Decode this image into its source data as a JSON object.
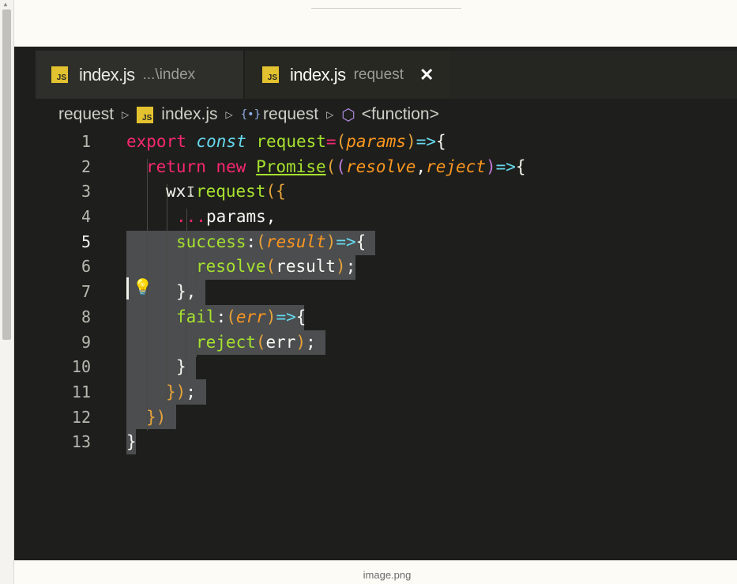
{
  "tabs": [
    {
      "name": "index.js",
      "path": "...\\index"
    },
    {
      "name": "index.js",
      "path": "request",
      "close": "✕"
    }
  ],
  "js_badge": "JS",
  "breadcrumb": {
    "folder": "request",
    "file": "index.js",
    "symbol_icon": "{•}",
    "symbol": "request",
    "function": "<function>"
  },
  "line_numbers": [
    "1",
    "2",
    "3",
    "4",
    "5",
    "6",
    "7",
    "8",
    "9",
    "10",
    "11",
    "12",
    "13"
  ],
  "code": {
    "l1": {
      "export": "export",
      "const": "const",
      "name": "request",
      "eq": "=",
      "open": "(",
      "param": "params",
      "close": ")",
      "arrow": "=>",
      "brace": "{"
    },
    "l2": {
      "return": "return",
      "new": "new",
      "promise": "Promise",
      "open1": "(",
      "open2": "(",
      "resolve": "resolve",
      "comma": ",",
      "reject": "reject",
      "close": ")",
      "arrow": "=>",
      "brace": "{"
    },
    "l3": {
      "wx": "wx",
      "dot": ".",
      "request": "request",
      "paren": "(",
      "brace": "{"
    },
    "l4": {
      "spread": "...",
      "params": "params",
      "comma": ","
    },
    "l5": {
      "success": "success",
      "colon": ":",
      "open": "(",
      "result": "result",
      "close": ")",
      "arrow": "=>",
      "brace": "{"
    },
    "l6": {
      "resolve": "resolve",
      "open": "(",
      "arg": "result",
      "close": ")",
      "semi": ";"
    },
    "l7": {
      "text": "},"
    },
    "l8": {
      "fail": "fail",
      "colon": ":",
      "open": "(",
      "err": "err",
      "close": ")",
      "arrow": "=>",
      "brace": "{"
    },
    "l9": {
      "reject": "reject",
      "open": "(",
      "arg": "err",
      "close": ")",
      "semi": ";"
    },
    "l10": {
      "text": "}"
    },
    "l11": {
      "brace": "}",
      "paren": ")",
      "semi": ";"
    },
    "l12": {
      "text": "})"
    },
    "l13": {
      "text": "}"
    }
  },
  "caption": "image.png",
  "colors": {
    "keyword": "#f92672",
    "storage": "#66d9ef",
    "function": "#a6e22e",
    "parameter": "#fd971f",
    "selection": "#4b4d4f",
    "background": "#1e1f1c"
  }
}
